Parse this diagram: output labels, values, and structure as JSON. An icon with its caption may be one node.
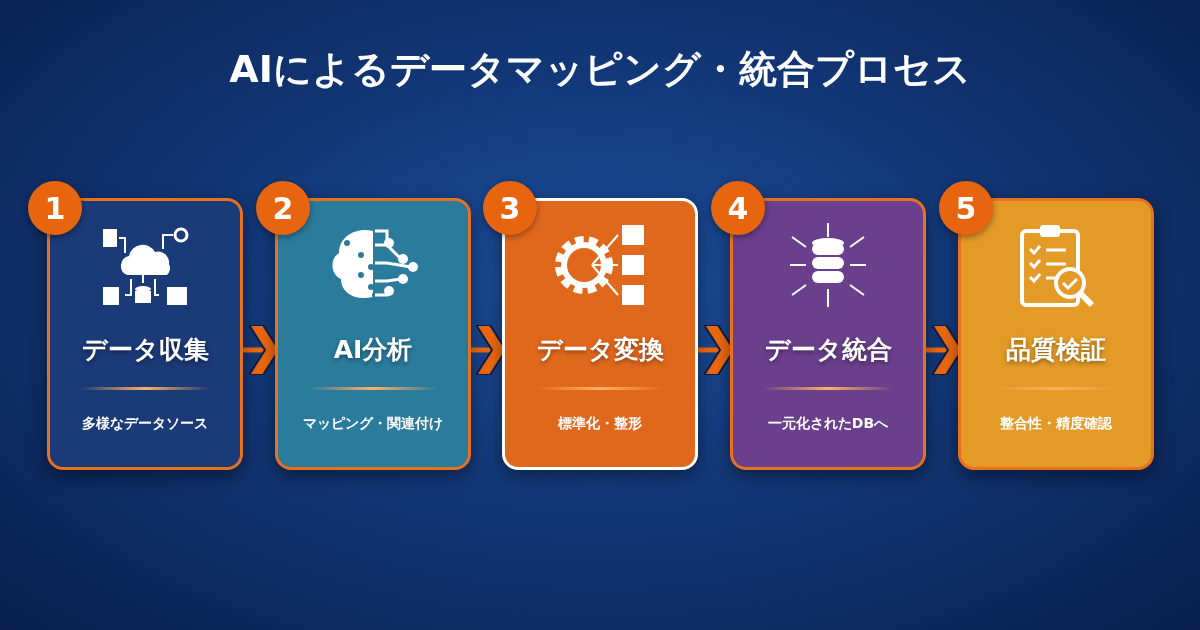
{
  "diagram": {
    "title": "AIによるデータマッピング・統合プロセス",
    "nodes": [
      {
        "text": [
          "1",
          "データ収集",
          "多様なデータソース"
        ]
      },
      {
        "text": [
          "2",
          "AI分析",
          "マッピング・関連付け"
        ]
      },
      {
        "text": [
          "3",
          "データ変換",
          "標準化・整形"
        ]
      },
      {
        "text": [
          "4",
          "データ統合",
          "一元化されたDBへ"
        ]
      },
      {
        "text": [
          "5",
          "品質検証",
          "整合性・精度確認"
        ]
      }
    ],
    "edges": [
      {
        "from": 0,
        "to": 1,
        "arrow": "to"
      },
      {
        "from": 1,
        "to": 2,
        "arrow": "to"
      },
      {
        "from": 2,
        "to": 3,
        "arrow": "to"
      },
      {
        "from": 3,
        "to": 4,
        "arrow": "to"
      }
    ]
  }
}
